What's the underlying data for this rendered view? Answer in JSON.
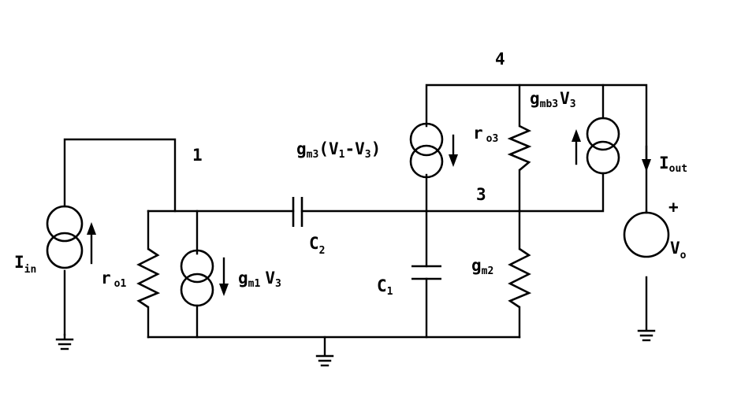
{
  "labels": {
    "node_1": "1",
    "node_3": "3",
    "node_4": "4",
    "i_in": {
      "main": "I",
      "sub": "in"
    },
    "i_out": {
      "main": "I",
      "sub": "out"
    },
    "r_o1": {
      "main": "r",
      "sub": "o1"
    },
    "r_o3": {
      "main": "r",
      "sub": "o3"
    },
    "g_m1_v3": {
      "main": "g",
      "sub": "m1",
      "rest": "V",
      "rest_sub": "3"
    },
    "g_m2": {
      "main": "g",
      "sub": "m2"
    },
    "g_m3_expr": {
      "main": "g",
      "sub": "m3",
      "p1": "(V",
      "s1": "1",
      "p2": "-V",
      "s2": "3",
      "p3": ")"
    },
    "g_mb3_v3": {
      "main": "g",
      "sub": "mb3",
      "rest": "V",
      "rest_sub": "3"
    },
    "c_1": {
      "main": "C",
      "sub": "1"
    },
    "c_2": {
      "main": "C",
      "sub": "2"
    },
    "v_o": {
      "main": "V",
      "sub": "o"
    },
    "plus": "+"
  },
  "colors": {
    "ink": "#000000",
    "paper": "#ffffff"
  }
}
